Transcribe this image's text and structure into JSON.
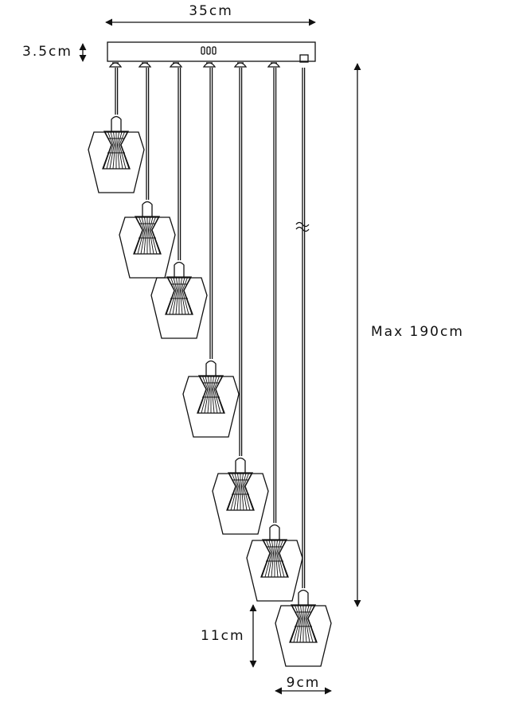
{
  "dimensions": {
    "width_label": "35cm",
    "canopy_height_label": "3.5cm",
    "max_height_label": "Max 190cm",
    "shade_height_label": "11cm",
    "shade_width_label": "9cm"
  },
  "fixture": {
    "pendant_count": 7,
    "ink_color": "#111111",
    "background_color": "#ffffff"
  }
}
